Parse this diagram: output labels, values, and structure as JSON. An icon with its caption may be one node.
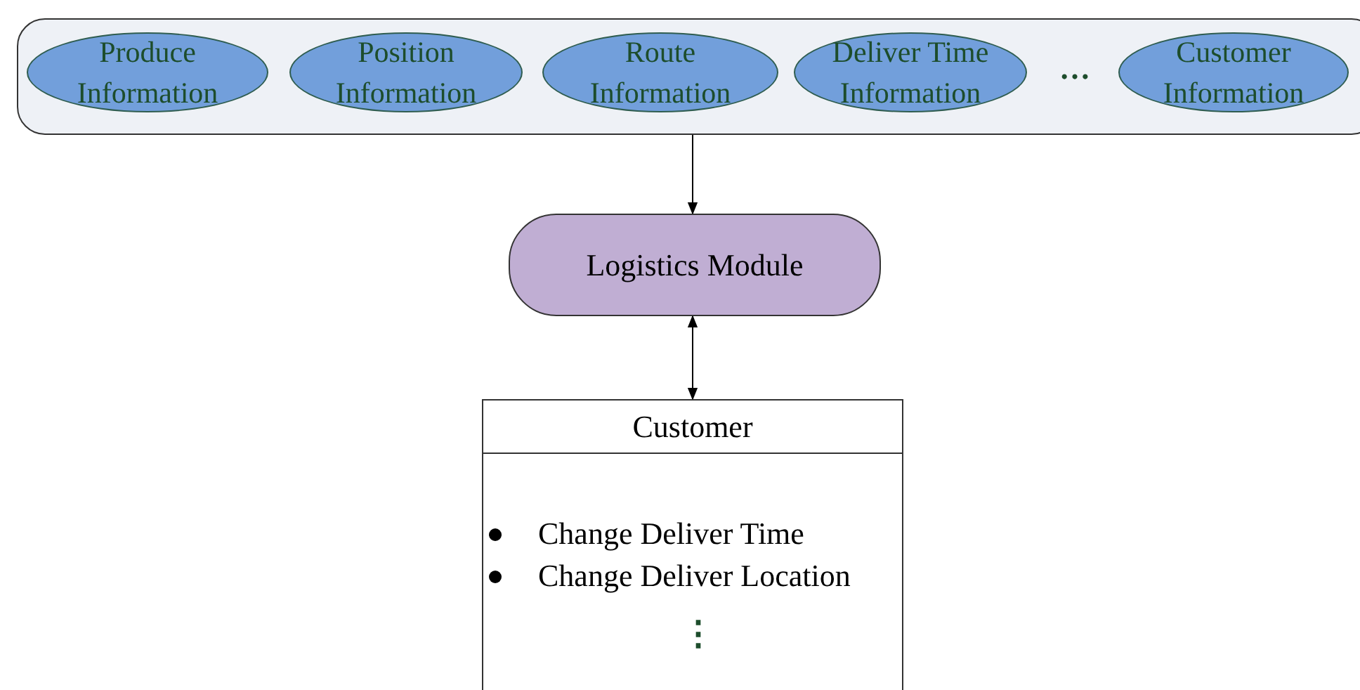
{
  "diagram": {
    "nodes": [
      {
        "text": [],
        "shape": "box"
      },
      {
        "text": [
          "Produce Information"
        ],
        "in": 0
      },
      {
        "text": [
          "Position Information"
        ],
        "in": 0
      },
      {
        "text": [
          "Route Information"
        ],
        "in": 0
      },
      {
        "text": [
          "Deliver Time Information"
        ],
        "in": 0
      },
      {
        "text": [
          "Customer Information"
        ],
        "in": 0
      },
      {
        "text": [
          "Logistics Module"
        ]
      },
      {
        "text": [
          "Customer",
          "Change Deliver Time",
          "Change Deliver Location"
        ]
      }
    ],
    "edges": [
      {
        "from": 0,
        "to": 6,
        "arrow": "to"
      },
      {
        "from": 6,
        "to": 7,
        "arrow": "both"
      }
    ],
    "labels": [
      "…",
      "⋮"
    ]
  }
}
